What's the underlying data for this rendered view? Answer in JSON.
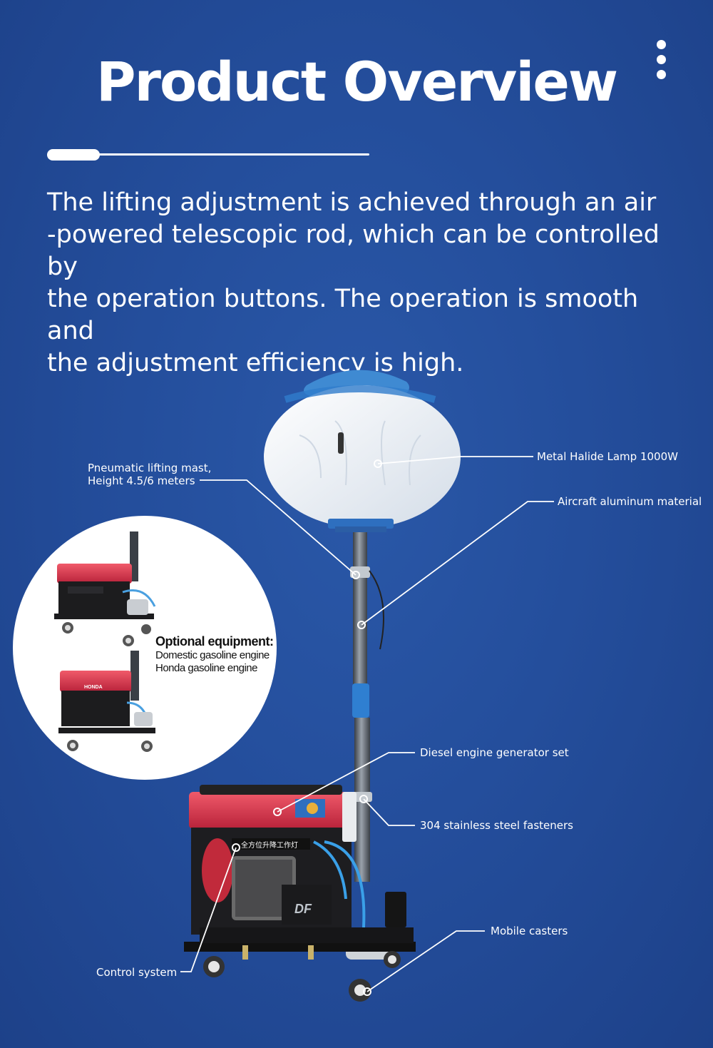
{
  "header": {
    "title": "Product Overview",
    "menu_icon": "vertical-ellipsis-icon"
  },
  "intro_text": "The lifting adjustment is achieved through an air -powered telescopic rod, which can be controlled by the operation buttons. The operation is smooth and the adjustment efficiency is high.",
  "intro_lines": [
    "The lifting adjustment is achieved through an air",
    "-powered telescopic rod, which can be controlled by",
    "the operation buttons. The operation is smooth and",
    "the adjustment efficiency is high."
  ],
  "callouts": {
    "mast_line1": "Pneumatic lifting mast,",
    "mast_line2": "Height 4.5/6 meters",
    "lamp": "Metal Halide Lamp 1000W",
    "material": "Aircraft aluminum material",
    "diesel": "Diesel engine generator set",
    "fasteners": "304 stainless steel fasteners",
    "casters": "Mobile casters",
    "control": "Control system"
  },
  "inset": {
    "heading": "Optional equipment:",
    "option1": "Domestic gasoline engine",
    "option2": "Honda gasoline engine",
    "honda_brand": "HONDA"
  },
  "product_labels": {
    "panel_text": "全方位升降工作灯",
    "logo_text": "DF"
  },
  "colors": {
    "background": "#244e9c",
    "accent_blue": "#2f86d6",
    "generator_red": "#d8324a",
    "text": "#ffffff"
  }
}
